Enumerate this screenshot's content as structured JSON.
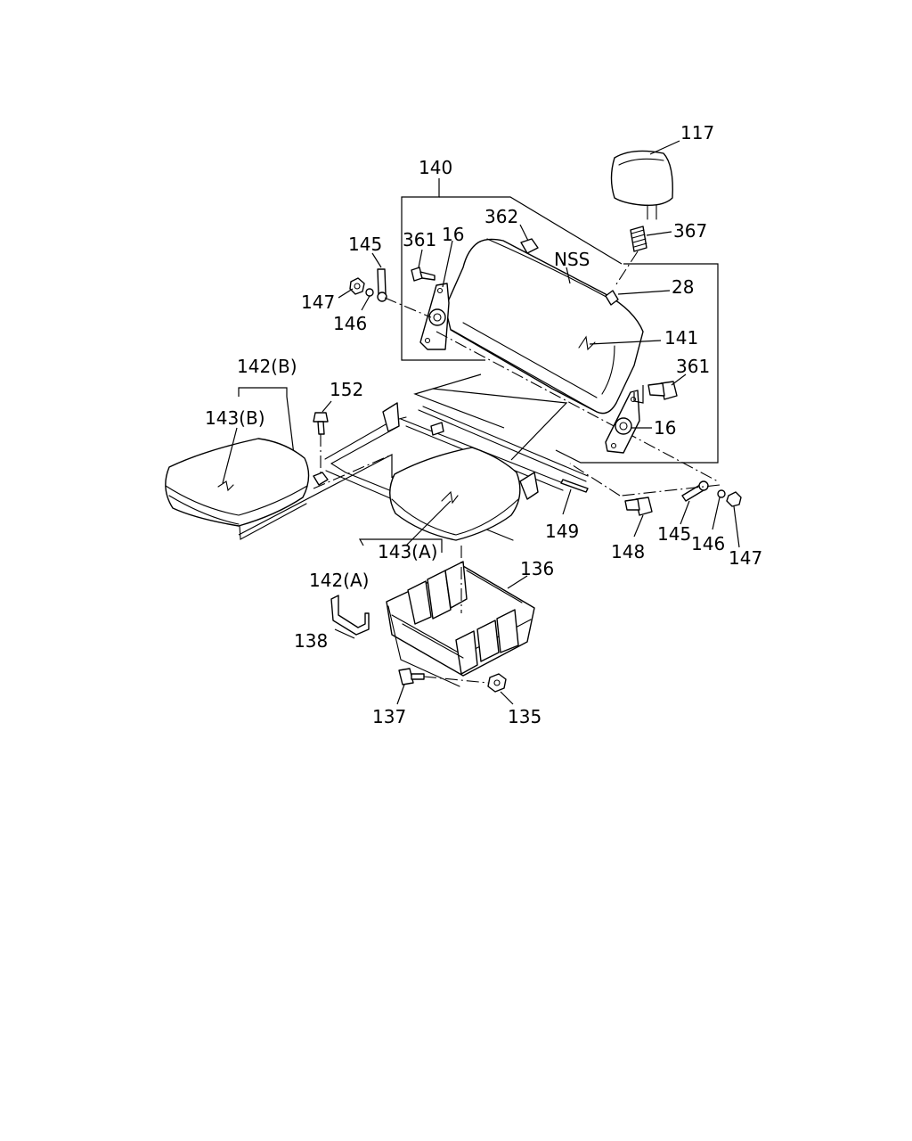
{
  "diagram": {
    "labels": {
      "l117": "117",
      "l140": "140",
      "l362": "362",
      "l361a": "361",
      "l16a": "16",
      "l145a": "145",
      "lnss": "NSS",
      "l367": "367",
      "l28": "28",
      "l147a": "147",
      "l146a": "146",
      "l141": "141",
      "l361b": "361",
      "l142b": "142(B)",
      "l152": "152",
      "l143b": "143(B)",
      "l16b": "16",
      "l149": "149",
      "l148": "148",
      "l145b": "145",
      "l146b": "146",
      "l147b": "147",
      "l143a": "143(A)",
      "l142a": "142(A)",
      "l136": "136",
      "l138": "138",
      "l137": "137",
      "l135": "135"
    }
  }
}
